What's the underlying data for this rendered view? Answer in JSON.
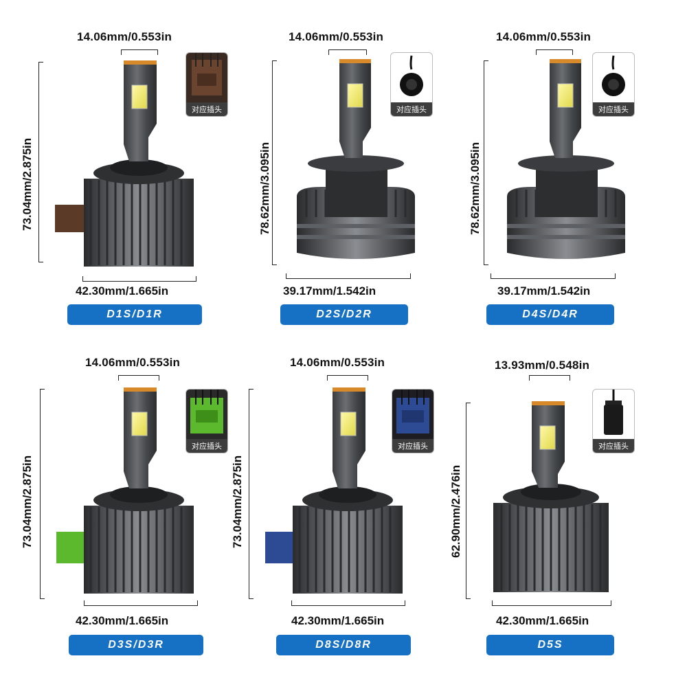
{
  "panels": [
    {
      "top_dim": "14.06mm/0.553in",
      "side_dim": "73.04mm/2.875in",
      "bottom_dim": "42.30mm/1.665in",
      "badge": "D1S/D1R",
      "thumb_label": "对应插头",
      "connector_color": "#5c3a28",
      "connector_icon": "connector-brown-icon"
    },
    {
      "top_dim": "14.06mm/0.553in",
      "side_dim": "78.62mm/3.095in",
      "bottom_dim": "39.17mm/1.542in",
      "badge": "D2S/D2R",
      "thumb_label": "对应插头",
      "connector_color": "#111111",
      "connector_icon": "round-socket-icon"
    },
    {
      "top_dim": "14.06mm/0.553in",
      "side_dim": "78.62mm/3.095in",
      "bottom_dim": "39.17mm/1.542in",
      "badge": "D4S/D4R",
      "thumb_label": "对应插头",
      "connector_color": "#111111",
      "connector_icon": "round-socket-icon"
    },
    {
      "top_dim": "14.06mm/0.553in",
      "side_dim": "73.04mm/2.875in",
      "bottom_dim": "42.30mm/1.665in",
      "badge": "D3S/D3R",
      "thumb_label": "对应插头",
      "connector_color": "#5cb82c",
      "connector_icon": "connector-green-icon"
    },
    {
      "top_dim": "14.06mm/0.553in",
      "side_dim": "73.04mm/2.875in",
      "bottom_dim": "42.30mm/1.665in",
      "badge": "D8S/D8R",
      "thumb_label": "对应插头",
      "connector_color": "#2d4a94",
      "connector_icon": "connector-blue-icon"
    },
    {
      "top_dim": "13.93mm/0.548in",
      "side_dim": "62.90mm/2.476in",
      "bottom_dim": "42.30mm/1.665in",
      "badge": "D5S",
      "thumb_label": "对应插头",
      "connector_color": "#1a1a1a",
      "connector_icon": "black-plug-icon"
    }
  ],
  "colors": {
    "badge": "#1670c4",
    "body": "#4a4d50",
    "led": "#f2ee7a"
  }
}
